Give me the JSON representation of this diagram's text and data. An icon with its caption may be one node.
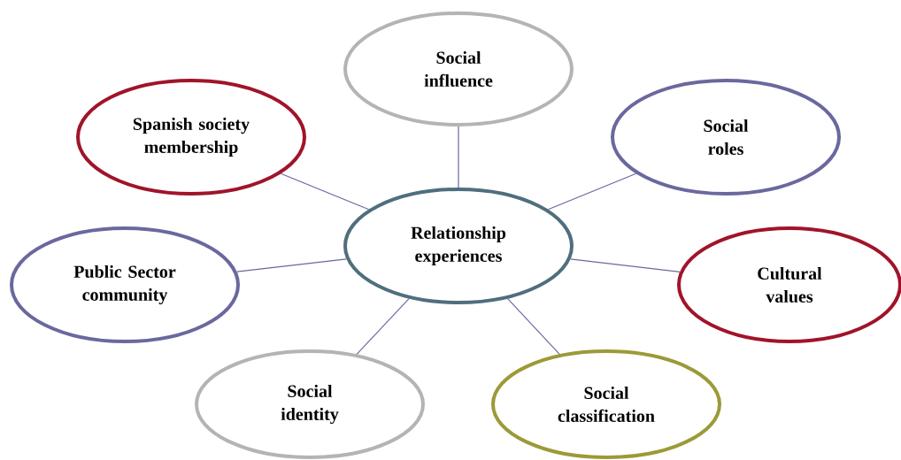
{
  "diagram": {
    "nodes": [
      {
        "text": [
          "Relationship experiences"
        ]
      },
      {
        "text": [
          "Social influence"
        ]
      },
      {
        "text": [
          "Spanish society membership"
        ]
      },
      {
        "text": [
          "Social roles"
        ]
      },
      {
        "text": [
          "Public Sector community"
        ]
      },
      {
        "text": [
          "Cultural values"
        ]
      },
      {
        "text": [
          "Social identity"
        ]
      },
      {
        "text": [
          "Social classification"
        ]
      }
    ],
    "edges": [
      {
        "from": 0,
        "to": 1,
        "arrow": "none"
      },
      {
        "from": 0,
        "to": 2,
        "arrow": "none"
      },
      {
        "from": 0,
        "to": 3,
        "arrow": "none"
      },
      {
        "from": 0,
        "to": 4,
        "arrow": "none"
      },
      {
        "from": 0,
        "to": 5,
        "arrow": "none"
      },
      {
        "from": 0,
        "to": 6,
        "arrow": "none"
      },
      {
        "from": 0,
        "to": 7,
        "arrow": "none"
      }
    ]
  }
}
